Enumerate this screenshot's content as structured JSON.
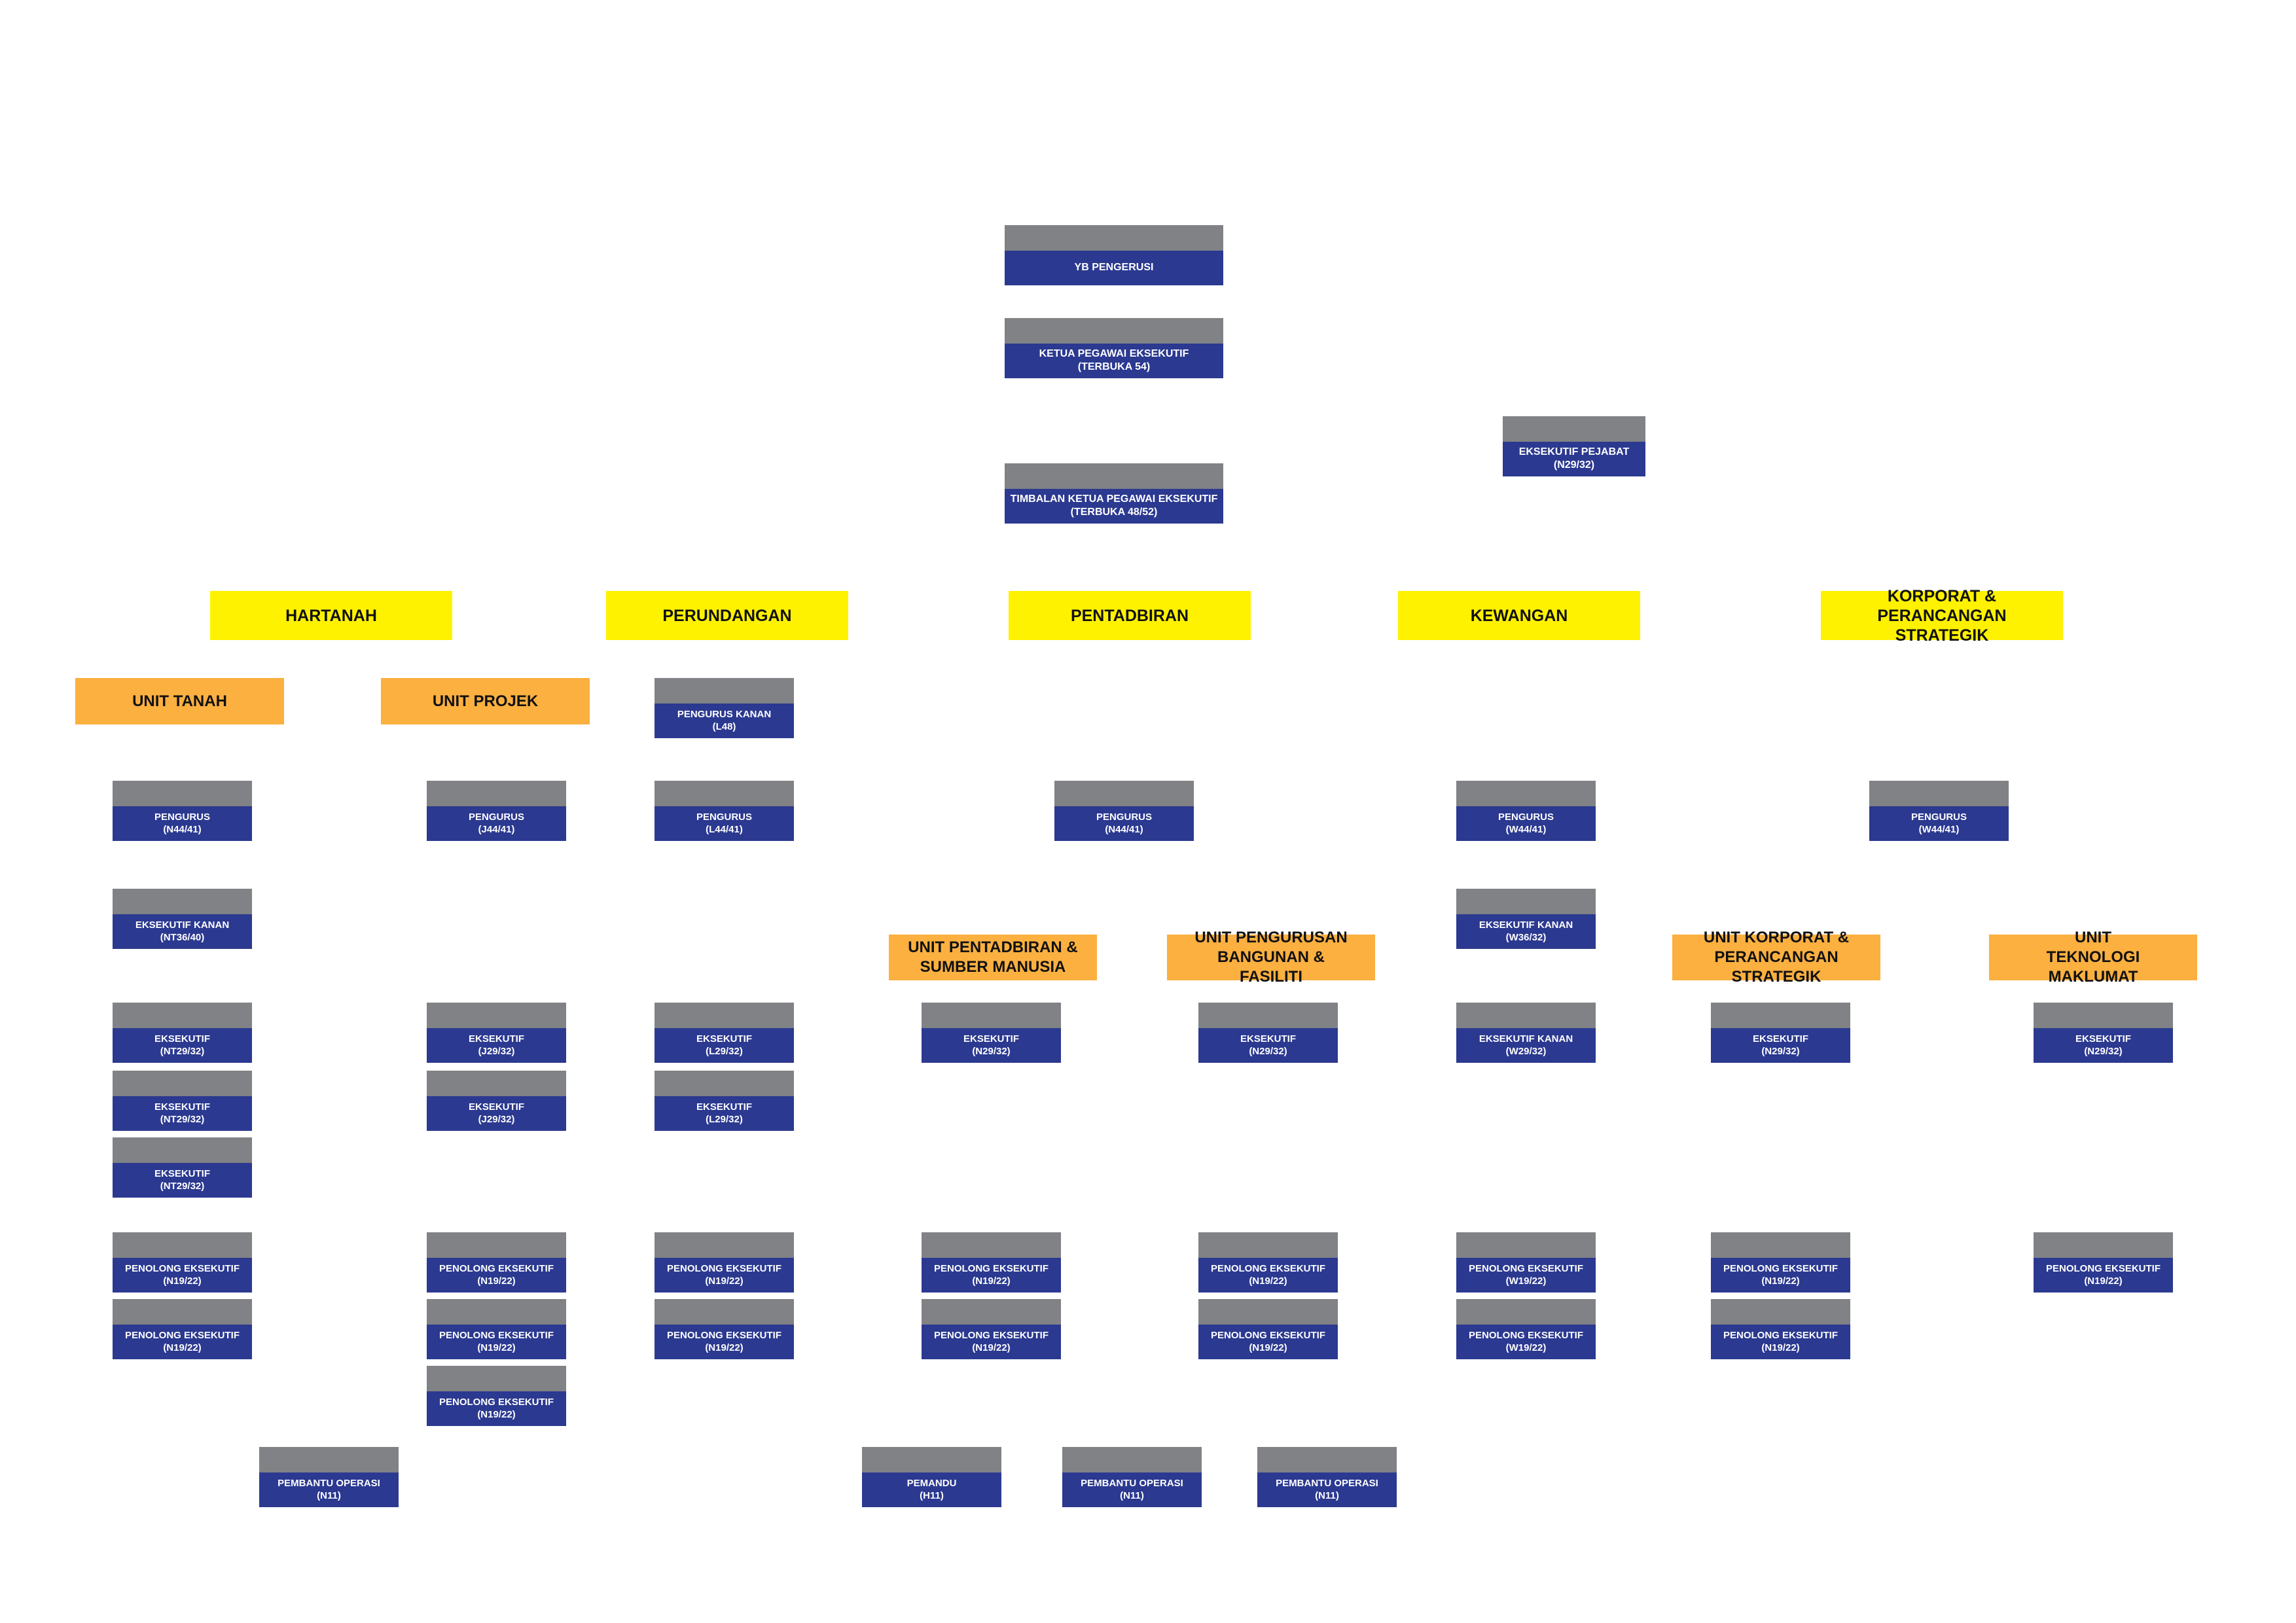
{
  "top": {
    "chairman": {
      "line1": "YB PENGERUSI",
      "line2": ""
    },
    "ceo": {
      "line1": "KETUA PEGAWAI EKSEKUTIF",
      "line2": "(TERBUKA 54)"
    },
    "office_exec": {
      "line1": "EKSEKUTIF PEJABAT",
      "line2": "(N29/32)"
    },
    "deputy_ceo": {
      "line1": "TIMBALAN KETUA PEGAWAI EKSEKUTIF",
      "line2": "(TERBUKA 48/52)"
    }
  },
  "divisions": [
    {
      "label": "HARTANAH"
    },
    {
      "label": "PERUNDANGAN"
    },
    {
      "label": "PENTADBIRAN"
    },
    {
      "label": "KEWANGAN"
    },
    {
      "label": "KORPORAT & PERANCANGAN STRATEGIK"
    }
  ],
  "units": [
    {
      "label": "UNIT TANAH"
    },
    {
      "label": "UNIT PROJEK"
    },
    {
      "label": "UNIT PENTADBIRAN & SUMBER MANUSIA"
    },
    {
      "label": "UNIT PENGURUSAN BANGUNAN & FASILITI"
    },
    {
      "label": "UNIT KORPORAT & PERANCANGAN STRATEGIK"
    },
    {
      "label": "UNIT TEKNOLOGI MAKLUMAT"
    }
  ],
  "posts": [
    {
      "line1": "PENGURUS KANAN",
      "line2": "(L48)"
    },
    {
      "line1": "PENGURUS",
      "line2": "(N44/41)"
    },
    {
      "line1": "PENGURUS",
      "line2": "(J44/41)"
    },
    {
      "line1": "PENGURUS",
      "line2": "(L44/41)"
    },
    {
      "line1": "PENGURUS",
      "line2": "(N44/41)"
    },
    {
      "line1": "PENGURUS",
      "line2": "(W44/41)"
    },
    {
      "line1": "PENGURUS",
      "line2": "(W44/41)"
    },
    {
      "line1": "EKSEKUTIF KANAN",
      "line2": "(NT36/40)"
    },
    {
      "line1": "EKSEKUTIF KANAN",
      "line2": "(W36/32)"
    },
    {
      "line1": "EKSEKUTIF",
      "line2": "(NT29/32)"
    },
    {
      "line1": "EKSEKUTIF",
      "line2": "(NT29/32)"
    },
    {
      "line1": "EKSEKUTIF",
      "line2": "(NT29/32)"
    },
    {
      "line1": "EKSEKUTIF",
      "line2": "(J29/32)"
    },
    {
      "line1": "EKSEKUTIF",
      "line2": "(J29/32)"
    },
    {
      "line1": "EKSEKUTIF",
      "line2": "(L29/32)"
    },
    {
      "line1": "EKSEKUTIF",
      "line2": "(L29/32)"
    },
    {
      "line1": "EKSEKUTIF",
      "line2": "(N29/32)"
    },
    {
      "line1": "EKSEKUTIF",
      "line2": "(N29/32)"
    },
    {
      "line1": "EKSEKUTIF KANAN",
      "line2": "(W29/32)"
    },
    {
      "line1": "EKSEKUTIF",
      "line2": "(N29/32)"
    },
    {
      "line1": "EKSEKUTIF",
      "line2": "(N29/32)"
    },
    {
      "line1": "PENOLONG EKSEKUTIF",
      "line2": "(N19/22)"
    },
    {
      "line1": "PENOLONG EKSEKUTIF",
      "line2": "(N19/22)"
    },
    {
      "line1": "PENOLONG EKSEKUTIF",
      "line2": "(N19/22)"
    },
    {
      "line1": "PENOLONG EKSEKUTIF",
      "line2": "(N19/22)"
    },
    {
      "line1": "PENOLONG EKSEKUTIF",
      "line2": "(N19/22)"
    },
    {
      "line1": "PENOLONG EKSEKUTIF",
      "line2": "(N19/22)"
    },
    {
      "line1": "PENOLONG EKSEKUTIF",
      "line2": "(N19/22)"
    },
    {
      "line1": "PENOLONG EKSEKUTIF",
      "line2": "(N19/22)"
    },
    {
      "line1": "PENOLONG EKSEKUTIF",
      "line2": "(N19/22)"
    },
    {
      "line1": "PENOLONG EKSEKUTIF",
      "line2": "(N19/22)"
    },
    {
      "line1": "PENOLONG EKSEKUTIF",
      "line2": "(N19/22)"
    },
    {
      "line1": "PENOLONG EKSEKUTIF",
      "line2": "(W19/22)"
    },
    {
      "line1": "PENOLONG EKSEKUTIF",
      "line2": "(W19/22)"
    },
    {
      "line1": "PENOLONG EKSEKUTIF",
      "line2": "(N19/22)"
    },
    {
      "line1": "PENOLONG EKSEKUTIF",
      "line2": "(N19/22)"
    },
    {
      "line1": "PENOLONG EKSEKUTIF",
      "line2": "(N19/22)"
    },
    {
      "line1": "PEMBANTU OPERASI",
      "line2": "(N11)"
    },
    {
      "line1": "PEMANDU",
      "line2": "(H11)"
    },
    {
      "line1": "PEMBANTU OPERASI",
      "line2": "(N11)"
    },
    {
      "line1": "PEMBANTU OPERASI",
      "line2": "(N11)"
    }
  ],
  "colors": {
    "division": "#fff200",
    "unit": "#fbb040",
    "post_title": "#2b3990",
    "post_photo": "#808285"
  }
}
